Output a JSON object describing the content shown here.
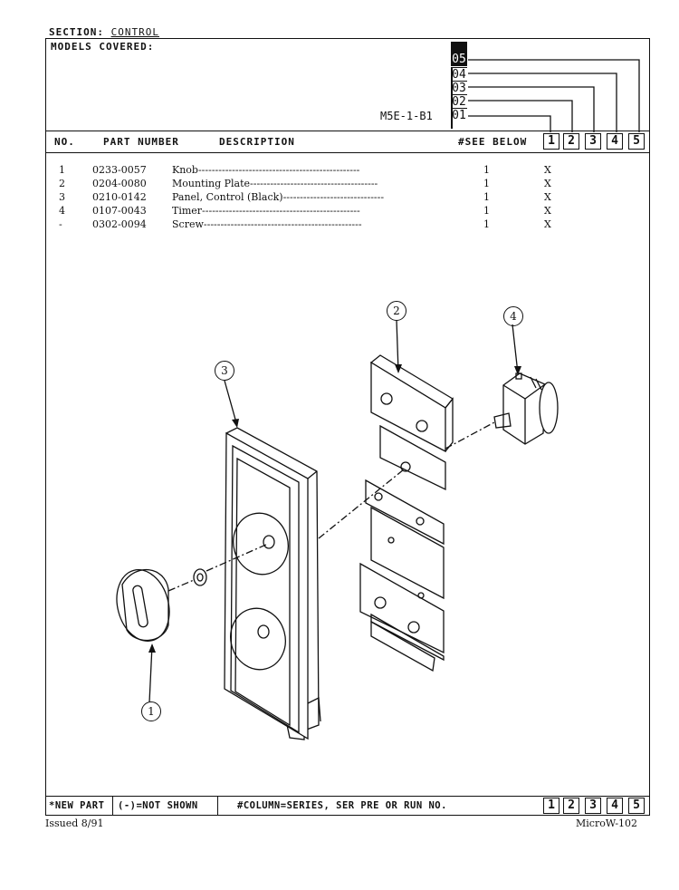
{
  "header": {
    "section_label": "SECTION:",
    "section_value": "CONTROL",
    "models_covered_label": "MODELS COVERED:",
    "model_number": "M5E-1-B1",
    "model_codes": [
      "05",
      "04",
      "03",
      "02",
      "01"
    ]
  },
  "table": {
    "columns": {
      "no": "NO.",
      "part_number": "PART NUMBER",
      "description": "DESCRIPTION",
      "see_below": "#SEE BELOW"
    },
    "series_columns": [
      "1",
      "2",
      "3",
      "4",
      "5"
    ],
    "rows": [
      {
        "no": "1",
        "part": "0233-0057",
        "desc": "Knob------------------------------------------------",
        "qty": "1",
        "mark": "X"
      },
      {
        "no": "2",
        "part": "0204-0080",
        "desc": "Mounting Plate--------------------------------------",
        "qty": "1",
        "mark": "X"
      },
      {
        "no": "3",
        "part": "0210-0142",
        "desc": "Panel, Control (Black)------------------------------",
        "qty": "1",
        "mark": "X"
      },
      {
        "no": "4",
        "part": "0107-0043",
        "desc": "Timer-----------------------------------------------",
        "qty": "1",
        "mark": "X"
      },
      {
        "no": "-",
        "part": "0302-0094",
        "desc": "Screw-----------------------------------------------",
        "qty": "1",
        "mark": "X"
      }
    ]
  },
  "diagram": {
    "callouts": [
      "1",
      "2",
      "3",
      "4"
    ]
  },
  "footer": {
    "new_part": "*NEW PART",
    "not_shown": "(-)=NOT SHOWN",
    "column_note": "#COLUMN=SERIES, SER PRE OR RUN NO.",
    "series_columns": [
      "1",
      "2",
      "3",
      "4",
      "5"
    ],
    "issued": "Issued 8/91",
    "page_code": "MicroW-102"
  }
}
